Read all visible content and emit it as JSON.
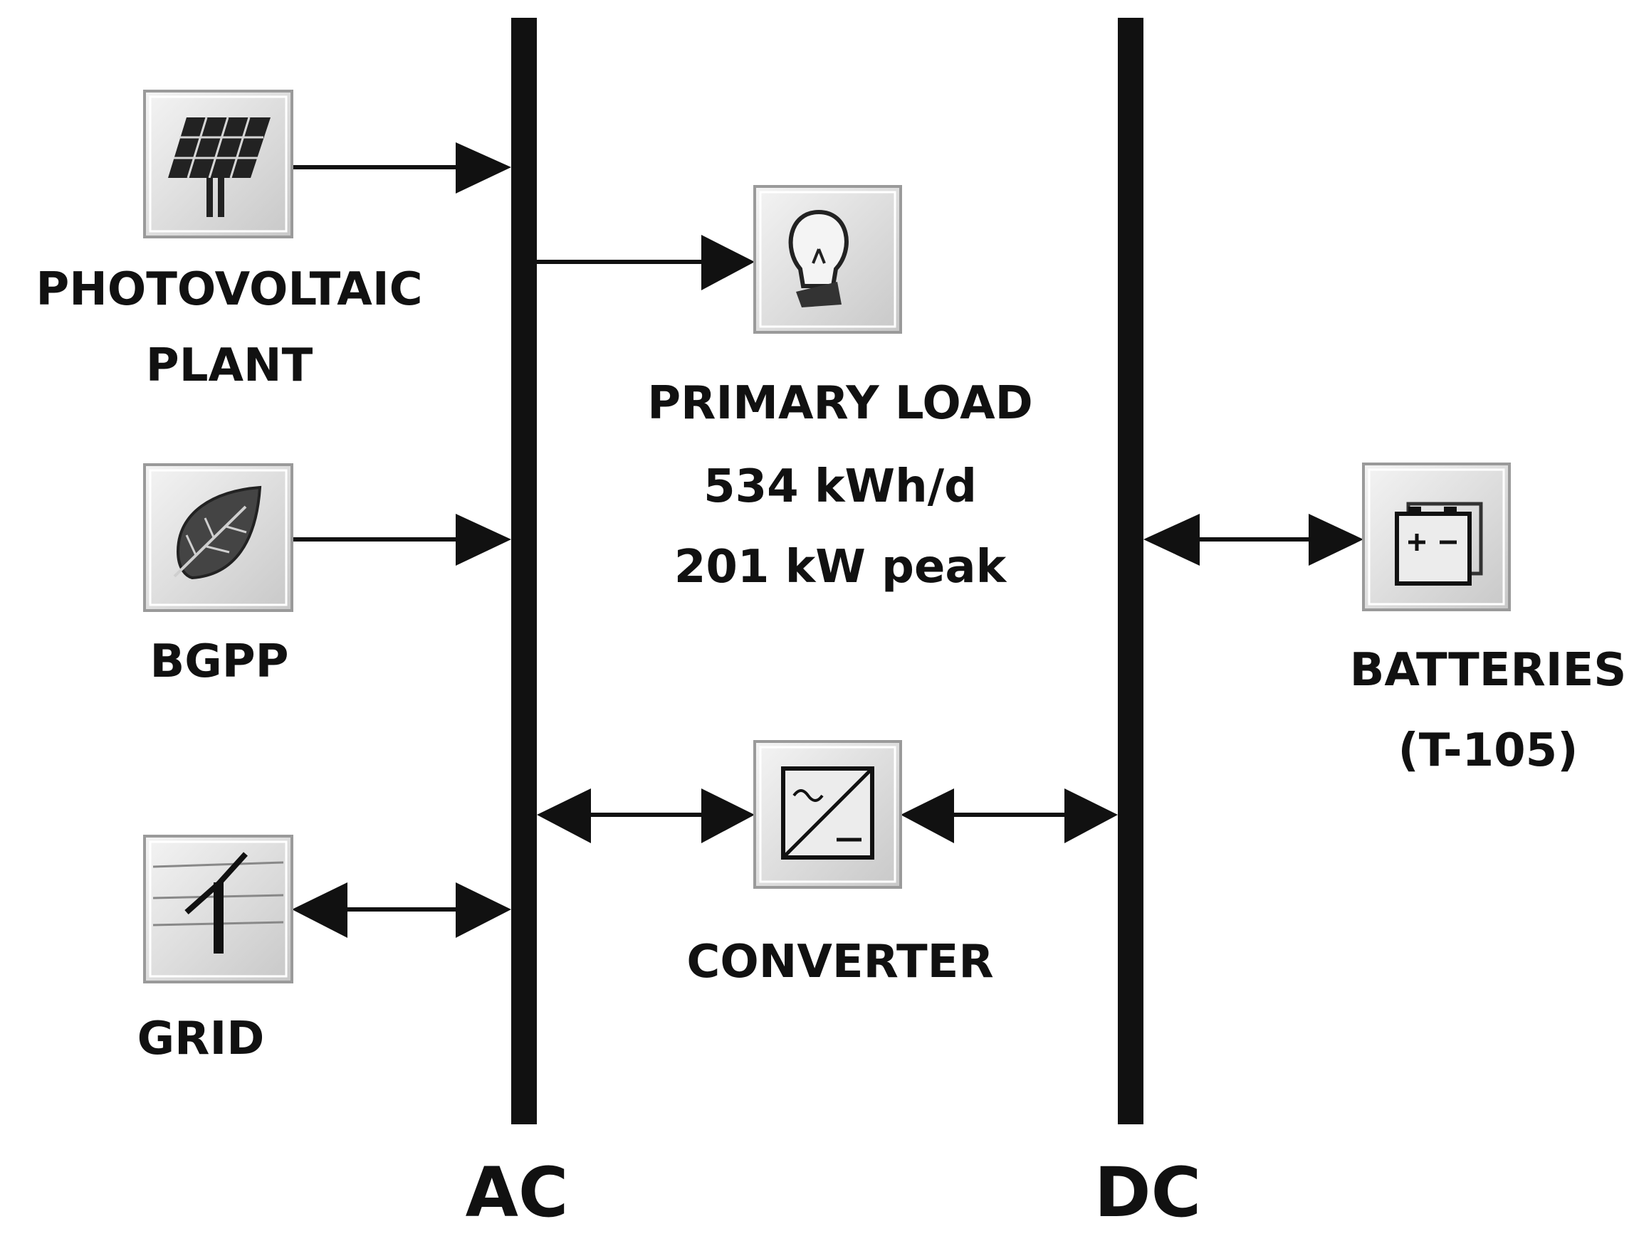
{
  "buses": {
    "ac": {
      "label": "AC"
    },
    "dc": {
      "label": "DC"
    }
  },
  "components": {
    "pv": {
      "icon": "solar-panel-icon",
      "label_lines": [
        "PHOTOVOLTAIC",
        "PLANT"
      ]
    },
    "load": {
      "icon": "light-bulb-icon",
      "label_lines": [
        "PRIMARY LOAD",
        "534 kWh/d",
        "201 kW peak"
      ]
    },
    "bgpp": {
      "icon": "leaf-icon",
      "label_lines": [
        "BGPP"
      ]
    },
    "grid": {
      "icon": "power-tower-icon",
      "label_lines": [
        "GRID"
      ]
    },
    "converter": {
      "icon": "converter-icon",
      "label_lines": [
        "CONVERTER"
      ]
    },
    "batteries": {
      "icon": "battery-icon",
      "label_lines": [
        "BATTERIES",
        "(T-105)"
      ]
    }
  },
  "colors": {
    "line": "#111111",
    "tile_bg": "#d6d6d6",
    "tile_border": "#9a9a9a"
  }
}
